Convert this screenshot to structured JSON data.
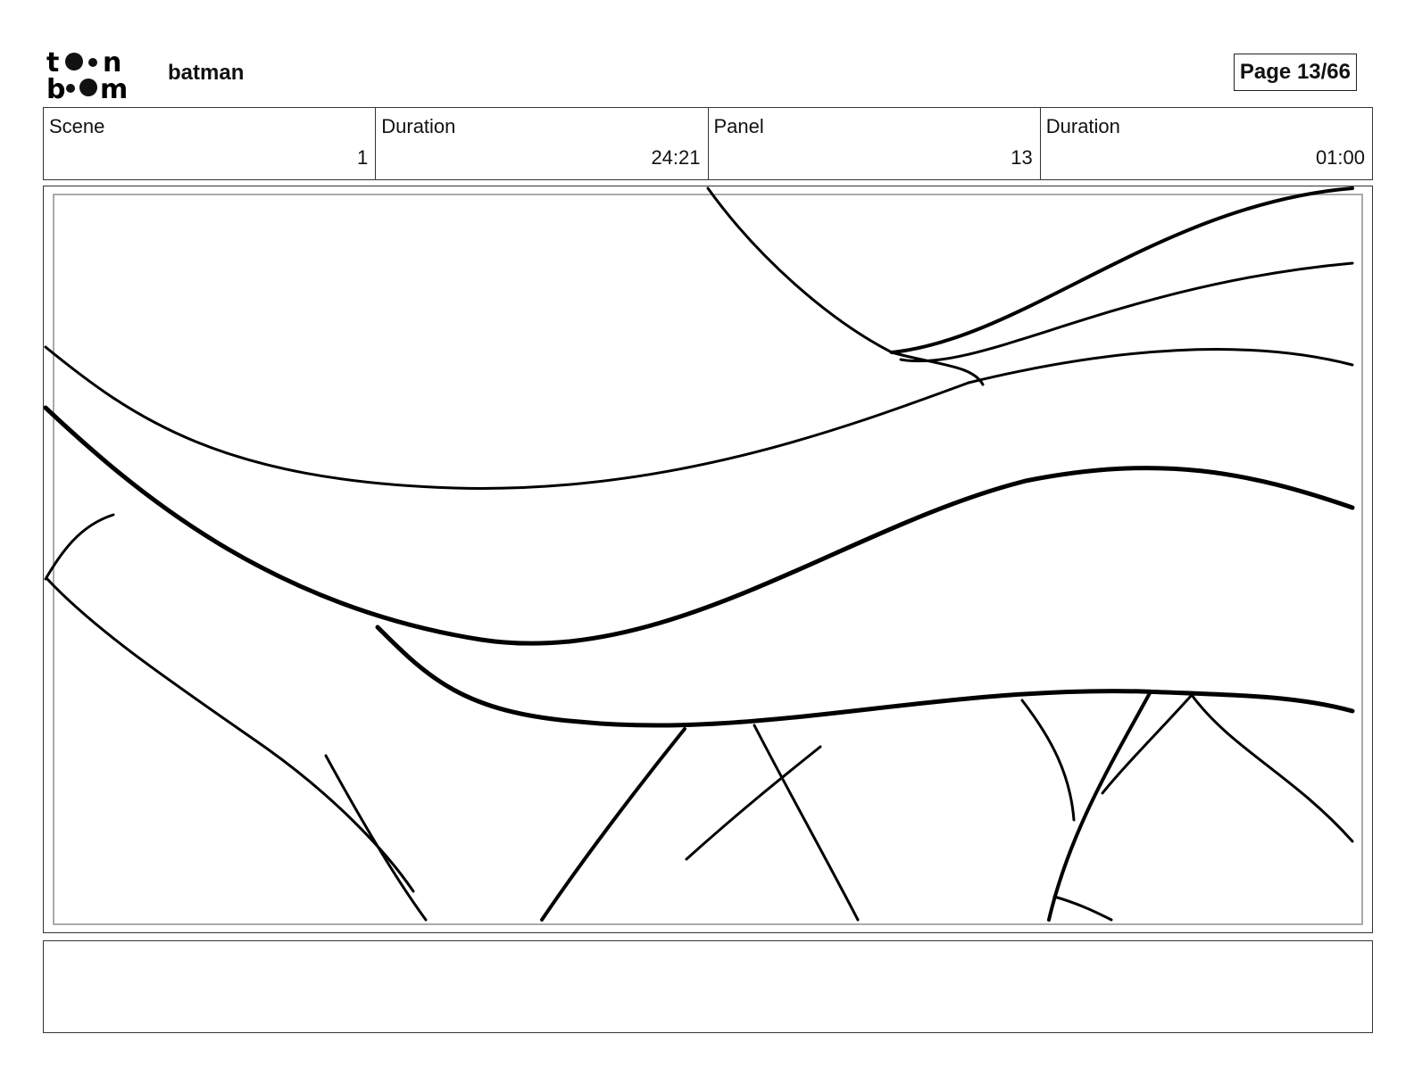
{
  "header": {
    "project_title": "batman",
    "page_label": "Page 13/66",
    "logo_text": "toon boom"
  },
  "info": {
    "scene_label": "Scene",
    "scene_value": "1",
    "scene_duration_label": "Duration",
    "scene_duration_value": "24:21",
    "panel_label": "Panel",
    "panel_value": "13",
    "panel_duration_label": "Duration",
    "panel_duration_value": "01:00"
  },
  "notes": {
    "text": ""
  }
}
